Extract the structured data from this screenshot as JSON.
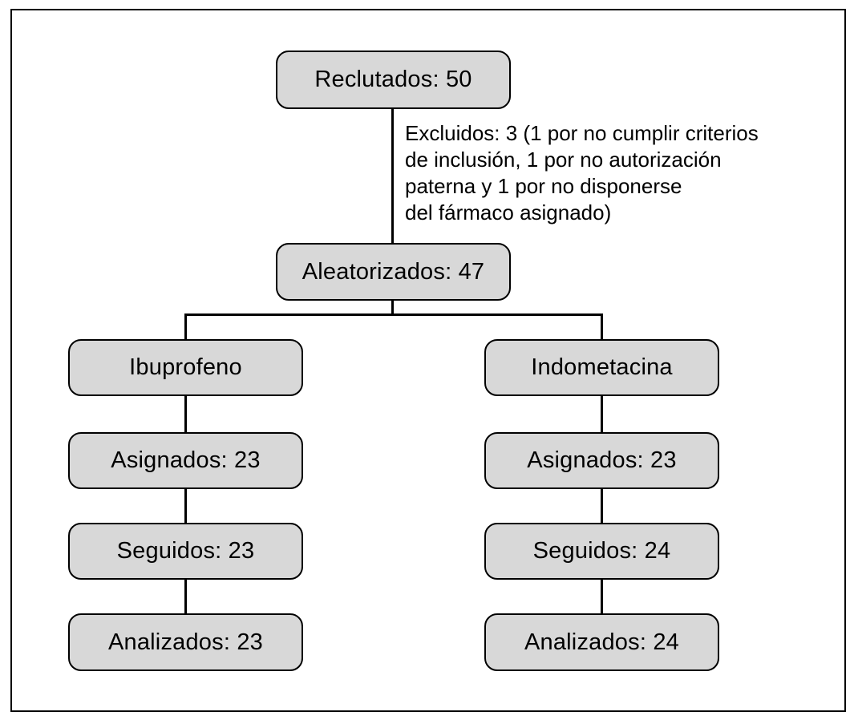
{
  "diagram": {
    "kind": "consort-flow",
    "colors": {
      "background": "#ffffff",
      "node_fill": "#d8d8d8",
      "node_border": "#000000",
      "line": "#000000"
    },
    "recruited": {
      "label": "Reclutados: 50",
      "value": 50
    },
    "exclusion_note": {
      "excluded_count": 3,
      "lines": [
        "Excluidos: 3 (1 por no cumplir criterios",
        "de inclusión, 1 por no autorización",
        "paterna y 1 por no disponerse",
        "del fármaco asignado)"
      ]
    },
    "randomized": {
      "label": "Aleatorizados: 47",
      "value": 47
    },
    "arms": [
      {
        "name": "Ibuprofeno",
        "assigned": {
          "label": "Asignados: 23",
          "value": 23
        },
        "followed": {
          "label": "Seguidos: 23",
          "value": 23
        },
        "analyzed": {
          "label": "Analizados: 23",
          "value": 23
        }
      },
      {
        "name": "Indometacina",
        "assigned": {
          "label": "Asignados: 23",
          "value": 23
        },
        "followed": {
          "label": "Seguidos: 24",
          "value": 24
        },
        "analyzed": {
          "label": "Analizados: 24",
          "value": 24
        }
      }
    ]
  }
}
